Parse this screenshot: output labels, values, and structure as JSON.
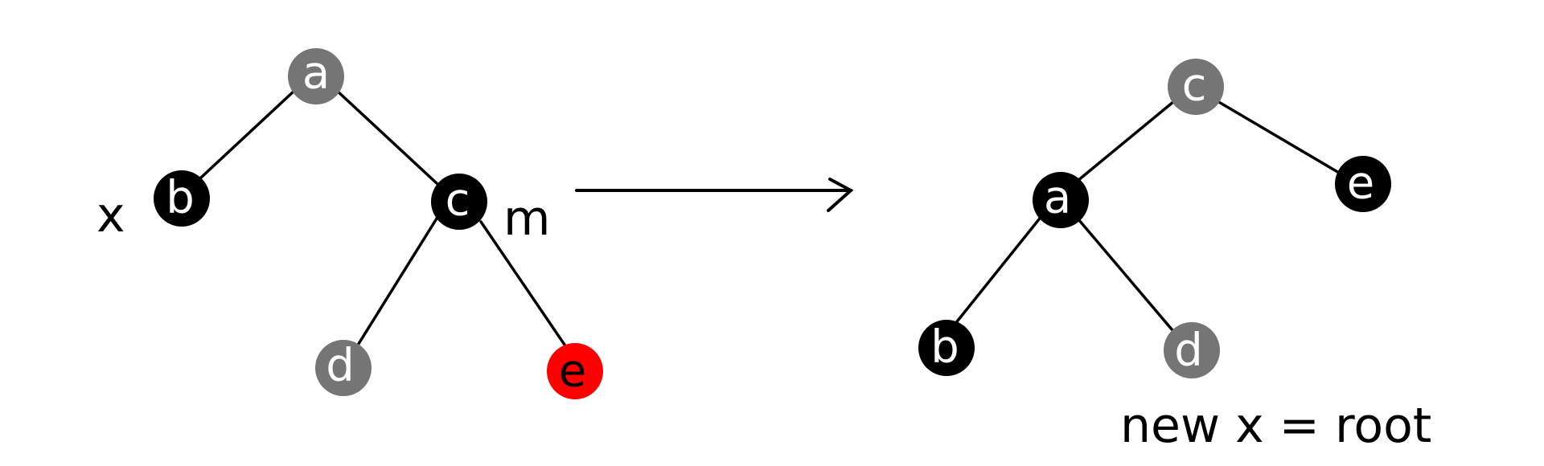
{
  "colors": {
    "black_node": "#000000",
    "gray_node": "#757575",
    "red_node": "#ff0000",
    "light_text": "#ffffff",
    "dark_text": "#000000",
    "edge": "#000000"
  },
  "before_tree": {
    "nodes": [
      {
        "id": "a",
        "label": "a",
        "color": "gray"
      },
      {
        "id": "b",
        "label": "b",
        "color": "black"
      },
      {
        "id": "c",
        "label": "c",
        "color": "black"
      },
      {
        "id": "d",
        "label": "d",
        "color": "gray"
      },
      {
        "id": "e",
        "label": "e",
        "color": "red"
      }
    ],
    "edges": [
      [
        "a",
        "b"
      ],
      [
        "a",
        "c"
      ],
      [
        "c",
        "d"
      ],
      [
        "c",
        "e"
      ]
    ],
    "annotations": {
      "x_label": "x",
      "m_label": "m"
    }
  },
  "after_tree": {
    "nodes": [
      {
        "id": "c",
        "label": "c",
        "color": "gray"
      },
      {
        "id": "a",
        "label": "a",
        "color": "black"
      },
      {
        "id": "e",
        "label": "e",
        "color": "black"
      },
      {
        "id": "b",
        "label": "b",
        "color": "black"
      },
      {
        "id": "d",
        "label": "d",
        "color": "gray"
      }
    ],
    "edges": [
      [
        "c",
        "a"
      ],
      [
        "c",
        "e"
      ],
      [
        "a",
        "b"
      ],
      [
        "a",
        "d"
      ]
    ],
    "caption": "new x = root"
  }
}
